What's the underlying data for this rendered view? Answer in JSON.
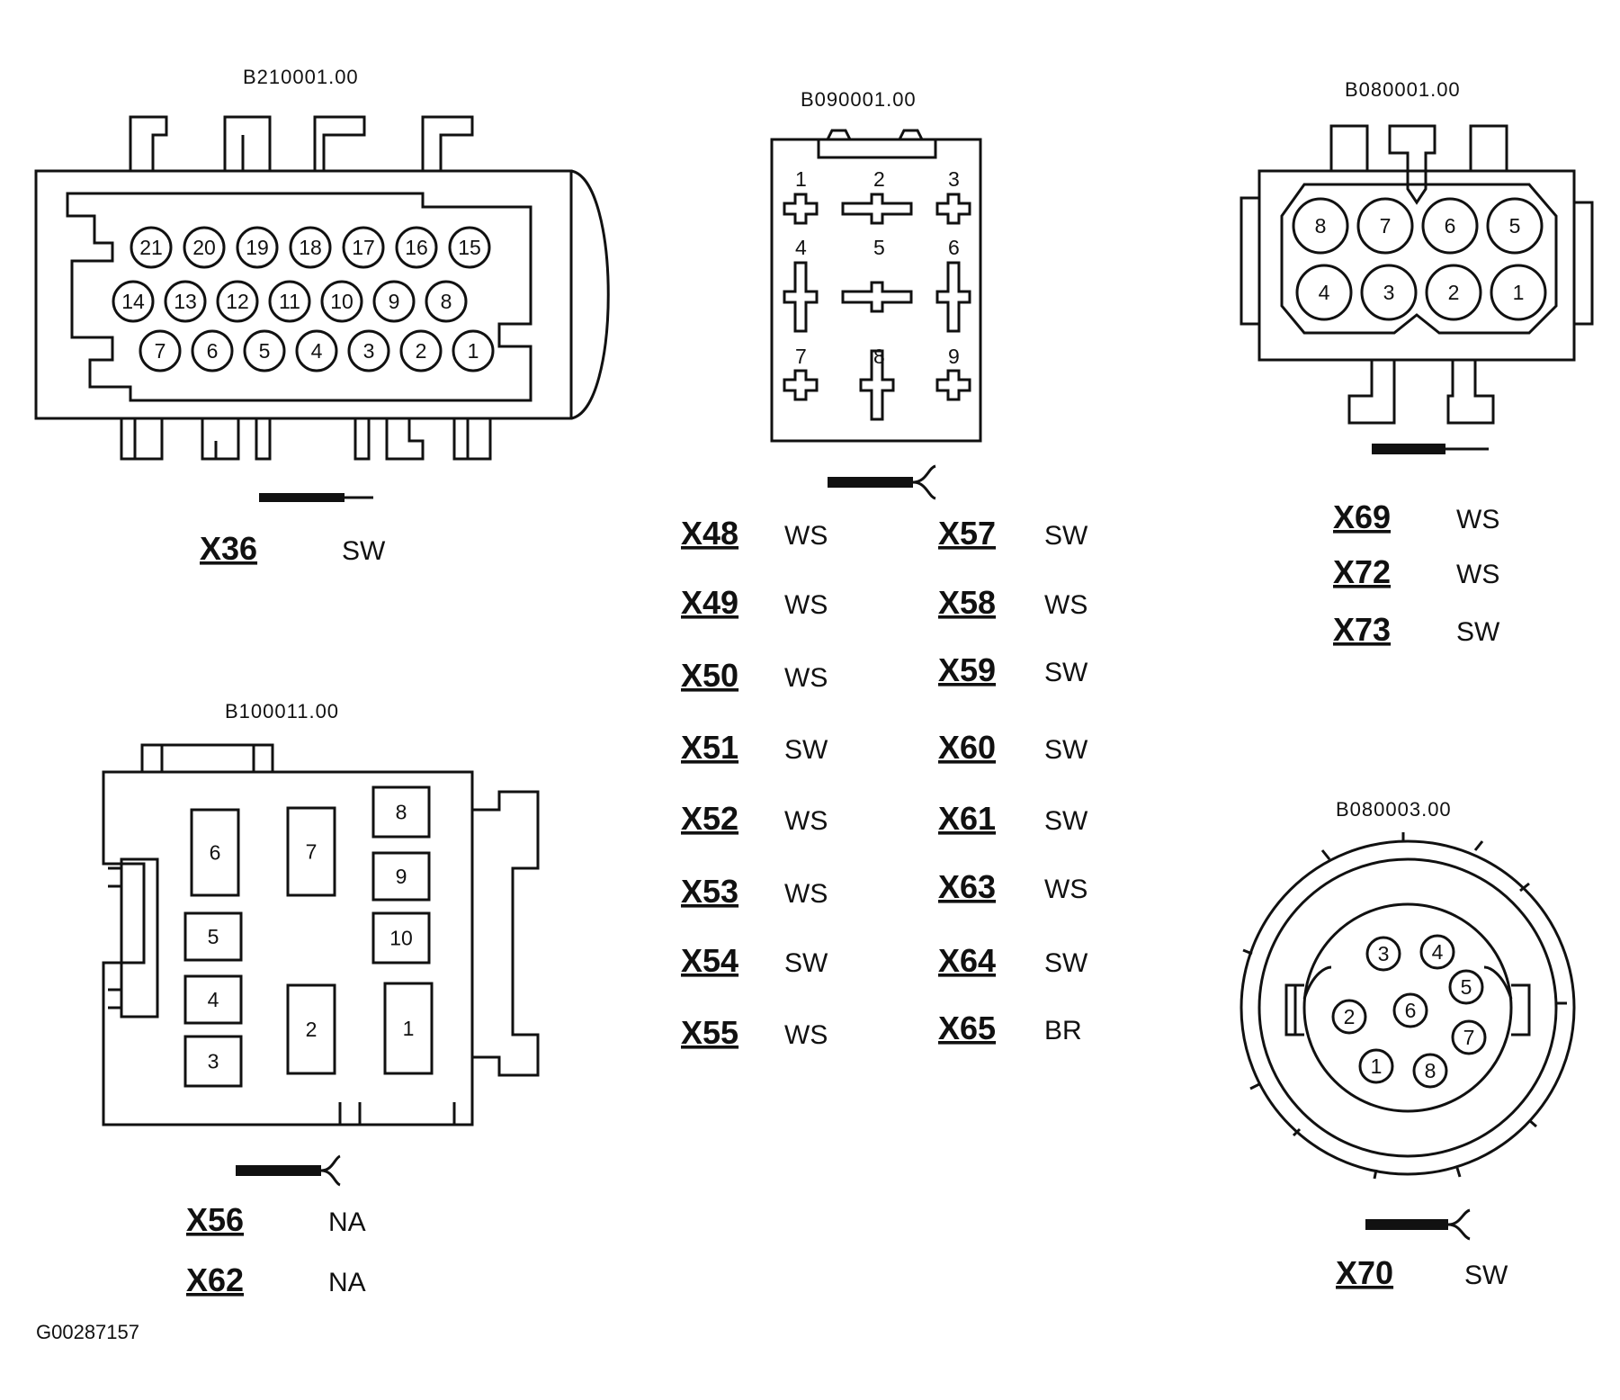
{
  "figure_id": "G00287157",
  "connectors": [
    {
      "part_number": "B210001.00",
      "pins_row1": [
        "21",
        "20",
        "19",
        "18",
        "17",
        "16",
        "15"
      ],
      "pins_row2": [
        "14",
        "13",
        "12",
        "11",
        "10",
        "9",
        "8"
      ],
      "pins_row3": [
        "7",
        "6",
        "5",
        "4",
        "3",
        "2",
        "1"
      ],
      "codes": [
        {
          "code": "X36",
          "color": "SW"
        }
      ]
    },
    {
      "part_number": "B090001.00",
      "pins": [
        "1",
        "2",
        "3",
        "4",
        "5",
        "6",
        "7",
        "8",
        "9"
      ],
      "codes_left": [
        {
          "code": "X48",
          "color": "WS"
        },
        {
          "code": "X49",
          "color": "WS"
        },
        {
          "code": "X50",
          "color": "WS"
        },
        {
          "code": "X51",
          "color": "SW"
        },
        {
          "code": "X52",
          "color": "WS"
        },
        {
          "code": "X53",
          "color": "WS"
        },
        {
          "code": "X54",
          "color": "SW"
        },
        {
          "code": "X55",
          "color": "WS"
        }
      ],
      "codes_right": [
        {
          "code": "X57",
          "color": "SW"
        },
        {
          "code": "X58",
          "color": "WS"
        },
        {
          "code": "X59",
          "color": "SW"
        },
        {
          "code": "X60",
          "color": "SW"
        },
        {
          "code": "X61",
          "color": "SW"
        },
        {
          "code": "X63",
          "color": "WS"
        },
        {
          "code": "X64",
          "color": "SW"
        },
        {
          "code": "X65",
          "color": "BR"
        }
      ]
    },
    {
      "part_number": "B080001.00",
      "pins_row1": [
        "8",
        "7",
        "6",
        "5"
      ],
      "pins_row2": [
        "4",
        "3",
        "2",
        "1"
      ],
      "codes": [
        {
          "code": "X69",
          "color": "WS"
        },
        {
          "code": "X72",
          "color": "WS"
        },
        {
          "code": "X73",
          "color": "SW"
        }
      ]
    },
    {
      "part_number": "B100011.00",
      "pins": [
        "6",
        "7",
        "8",
        "9",
        "5",
        "10",
        "4",
        "2",
        "1",
        "3"
      ],
      "codes": [
        {
          "code": "X56",
          "color": "NA"
        },
        {
          "code": "X62",
          "color": "NA"
        }
      ]
    },
    {
      "part_number": "B080003.00",
      "pins": [
        "3",
        "4",
        "5",
        "2",
        "6",
        "7",
        "1",
        "8"
      ],
      "codes": [
        {
          "code": "X70",
          "color": "SW"
        }
      ]
    }
  ]
}
